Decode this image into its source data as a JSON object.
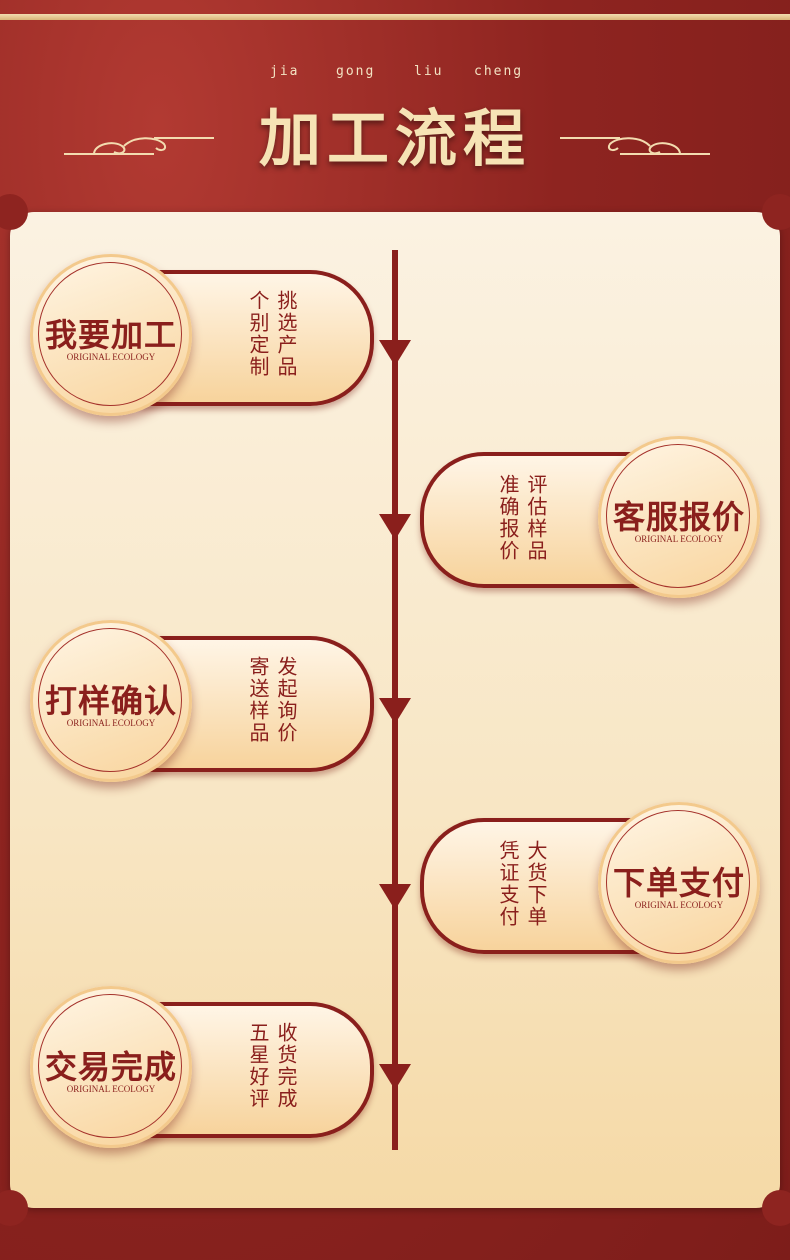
{
  "header": {
    "pinyin": [
      "jia",
      "gong",
      "liu",
      "cheng"
    ],
    "title": "加工流程"
  },
  "steps": [
    {
      "title": "我要加工",
      "subtitle": "ORIGINAL ECOLOGY",
      "line1": "挑选产品",
      "line2": "个别定制"
    },
    {
      "title": "客服报价",
      "subtitle": "ORIGINAL ECOLOGY",
      "line1": "评估样品",
      "line2": "准确报价"
    },
    {
      "title": "打样确认",
      "subtitle": "ORIGINAL ECOLOGY",
      "line1": "发起询价",
      "line2": "寄送样品"
    },
    {
      "title": "下单支付",
      "subtitle": "ORIGINAL ECOLOGY",
      "line1": "大货下单",
      "line2": "凭证支付"
    },
    {
      "title": "交易完成",
      "subtitle": "ORIGINAL ECOLOGY",
      "line1": "收货完成",
      "line2": "五星好评"
    }
  ],
  "colors": {
    "primary": "#8a1f1c",
    "background": "#8e2420",
    "panel": "#f8e6c4",
    "gold": "#f6e3b5"
  }
}
